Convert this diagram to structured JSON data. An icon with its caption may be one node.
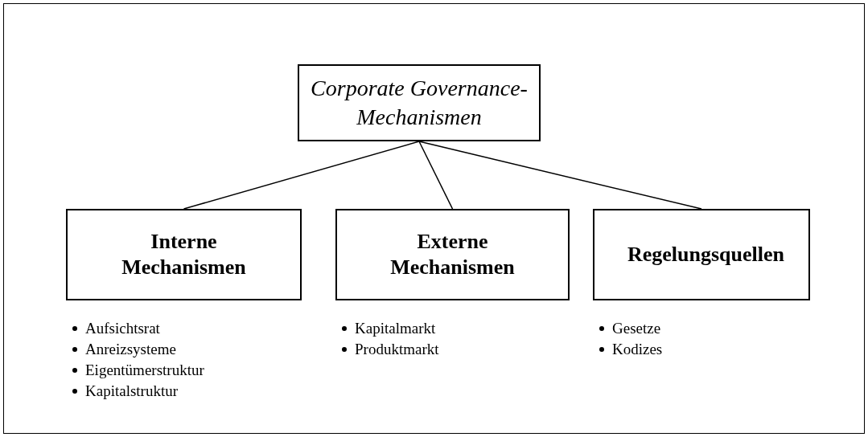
{
  "diagram": {
    "nodes": [
      {
        "text": [
          "Corporate Governance-Mechanismen"
        ]
      },
      {
        "text": [
          "Interne Mechanismen"
        ],
        "beside": [
          "Aufsichtsrat",
          "Anreizsysteme",
          "Eigentümerstruktur",
          "Kapitalstruktur"
        ]
      },
      {
        "text": [
          "Externe Mechanismen"
        ],
        "beside": [
          "Kapitalmarkt",
          "Produktmarkt"
        ]
      },
      {
        "text": [
          "Regelungsquellen"
        ],
        "beside": [
          "Gesetze",
          "Kodizes"
        ]
      }
    ],
    "edges": [
      {
        "from": 0,
        "to": 1,
        "arrow": "none"
      },
      {
        "from": 0,
        "to": 2,
        "arrow": "none"
      },
      {
        "from": 0,
        "to": 3,
        "arrow": "none"
      }
    ]
  }
}
